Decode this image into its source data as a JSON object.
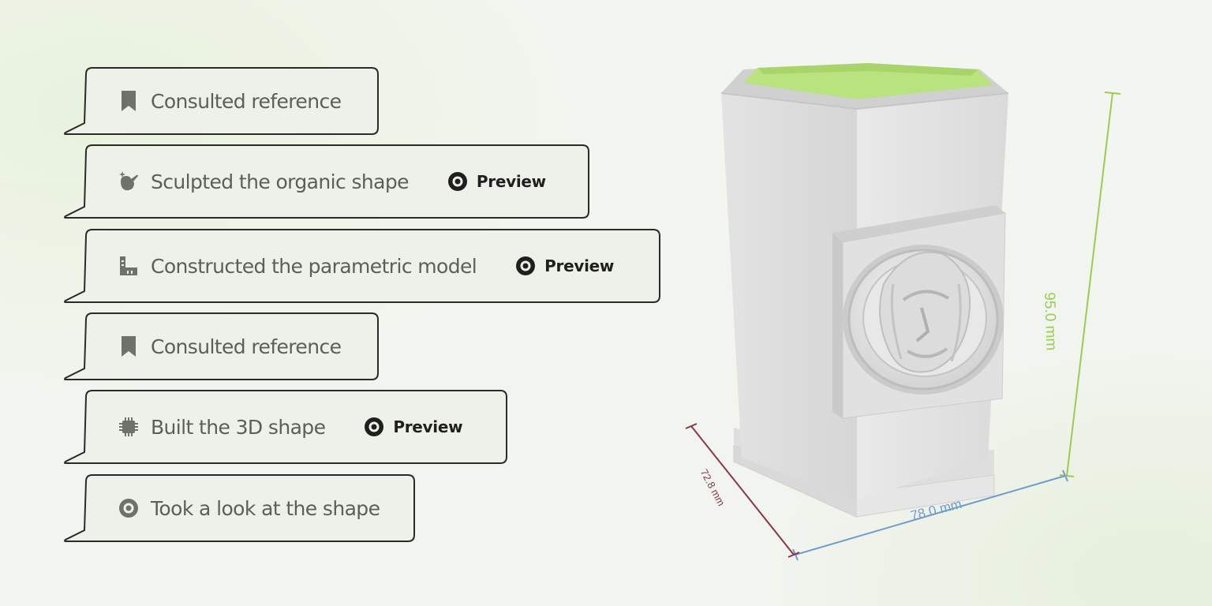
{
  "steps": [
    {
      "icon": "bookmark-icon",
      "label": "Consulted reference"
    },
    {
      "icon": "sculpt-icon",
      "label": "Sculpted the organic shape",
      "preview_label": "Preview"
    },
    {
      "icon": "parametric-icon",
      "label": "Constructed the parametric model",
      "preview_label": "Preview"
    },
    {
      "icon": "bookmark-icon",
      "label": "Consulted reference"
    },
    {
      "icon": "chip-icon",
      "label": "Built the 3D shape",
      "preview_label": "Preview"
    },
    {
      "icon": "eye-icon",
      "label": "Took a look at the shape"
    }
  ],
  "model": {
    "height_label": "95.0 mm",
    "width_label": "78.0 mm",
    "depth_label": "72.8 mm"
  },
  "colors": {
    "inner_green": "#b9e37e",
    "height_dim": "#9bcc52",
    "width_dim": "#6e9ccd",
    "depth_dim": "#8a3548",
    "icon_gray": "#6e7268"
  }
}
